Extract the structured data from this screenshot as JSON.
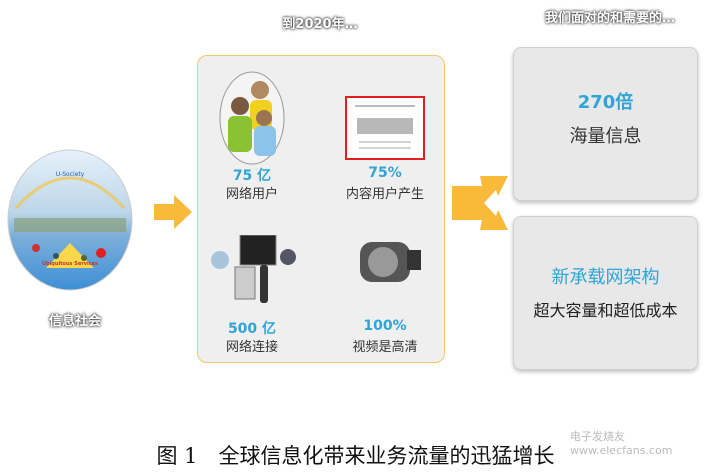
{
  "left": {
    "label": "信息社会",
    "image_texts": [
      "U-Society",
      "Ubiquitous Services"
    ]
  },
  "middle": {
    "title": "到2020年…",
    "items": [
      {
        "value": "75 亿",
        "label": "网络用户",
        "icon": "people-icon"
      },
      {
        "value": "75%",
        "label": "内容用户产生",
        "icon": "webpage-icon"
      },
      {
        "value": "500 亿",
        "label": "网络连接",
        "icon": "devices-icon"
      },
      {
        "value": "100%",
        "label": "视频是高清",
        "icon": "camcorder-icon"
      }
    ]
  },
  "right": {
    "title": "我们面对的和需要的…",
    "boxes": [
      {
        "headline": "270倍",
        "text": "海量信息"
      },
      {
        "headline": "新承载网架构",
        "text": "超大容量和超低成本"
      }
    ]
  },
  "caption": "图 1　全球信息化带来业务流量的迅猛增长",
  "watermark": "电子发烧友 www.elecfans.com",
  "colors": {
    "accent": "#2fa4d6",
    "arrow": "#f9b93a",
    "box_border": "#f7c766"
  }
}
